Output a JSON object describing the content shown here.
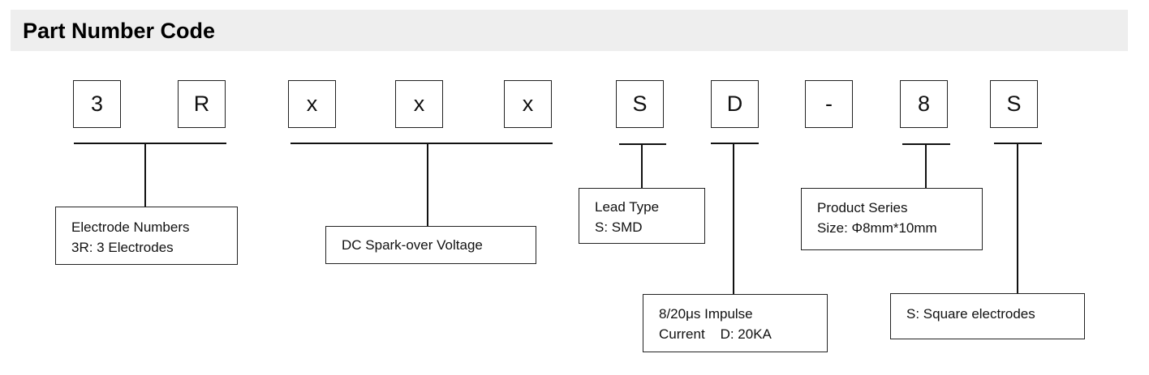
{
  "header": {
    "title": "Part Number Code"
  },
  "code_characters": [
    "3",
    "R",
    "x",
    "x",
    "x",
    "S",
    "D",
    "-",
    "8",
    "S"
  ],
  "descriptions": {
    "electrode_numbers": {
      "lines": [
        "Electrode Numbers",
        "3R: 3 Electrodes"
      ]
    },
    "dc_voltage": {
      "lines": [
        "DC Spark-over Voltage"
      ]
    },
    "lead_type": {
      "lines": [
        "Lead Type",
        "S: SMD"
      ]
    },
    "impulse_current": {
      "lines": [
        "8/20μs Impulse",
        "Current    D: 20KA"
      ]
    },
    "product_series": {
      "lines": [
        "Product Series",
        "Size: Φ8mm*10mm"
      ]
    },
    "square_electrodes": {
      "lines": [
        "S: Square electrodes"
      ]
    }
  }
}
